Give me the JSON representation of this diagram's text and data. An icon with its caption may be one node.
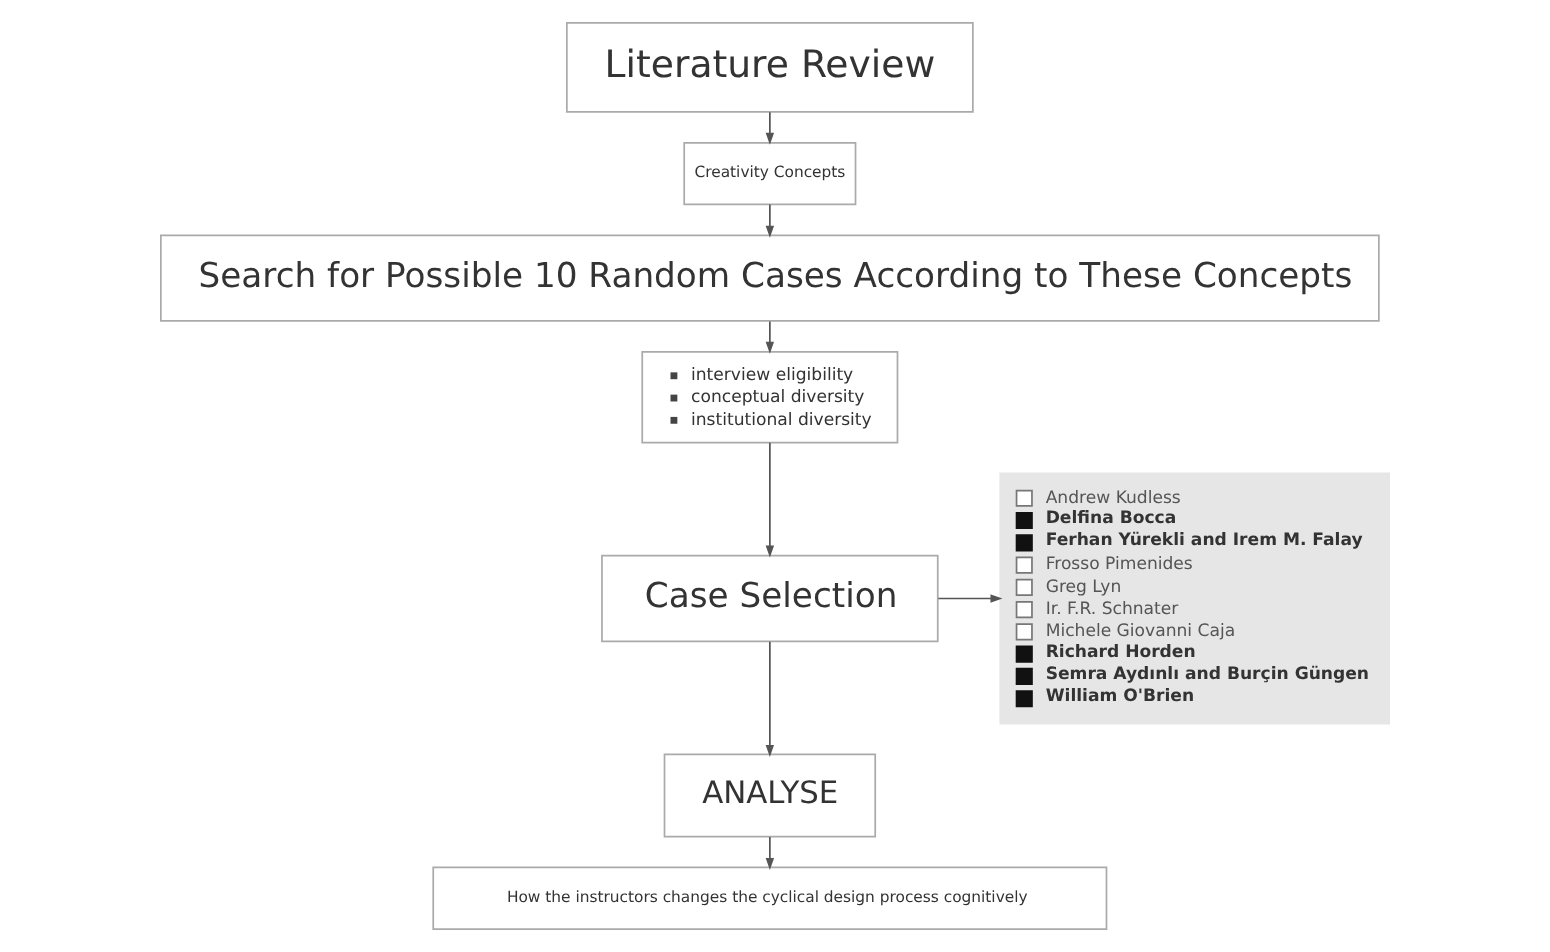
{
  "diagram": {
    "nodes": [
      {
        "text": [
          "Literature Review"
        ]
      },
      {
        "text": [
          "Creativity Concepts"
        ]
      },
      {
        "text": [
          "Search for Possible 10 Random Cases According to These Concepts"
        ]
      },
      {
        "text": [
          "interview eligibility",
          "conceptual diversity",
          "institutional diversity"
        ]
      },
      {
        "text": [
          "Case Selection"
        ]
      },
      {
        "text": [
          "Andrew Kudless",
          "**Delfina Bocca**",
          "**Ferhan Yürekli and Irem M. Falay**",
          "Frosso Pimenides",
          "Greg Lyn",
          "Ir. F.R. Schnater",
          "Michele Giovanni Caja",
          "**Richard Horden**",
          "**Semra Aydınlı and Burçin Güngen**",
          "**William O'Brien**"
        ]
      },
      {
        "text": [
          "ANALYSE"
        ]
      },
      {
        "text": [
          "How the instructors changes the cyclical design process cognitively"
        ]
      }
    ],
    "edges": [
      {
        "from": 0,
        "to": 1,
        "arrow": "to"
      },
      {
        "from": 1,
        "to": 2,
        "arrow": "to"
      },
      {
        "from": 2,
        "to": 3,
        "arrow": "to"
      },
      {
        "from": 3,
        "to": 4,
        "arrow": "to"
      },
      {
        "from": 4,
        "to": 5,
        "arrow": "to"
      },
      {
        "from": 4,
        "to": 6,
        "arrow": "to"
      },
      {
        "from": 6,
        "to": 7,
        "arrow": "to"
      }
    ]
  }
}
